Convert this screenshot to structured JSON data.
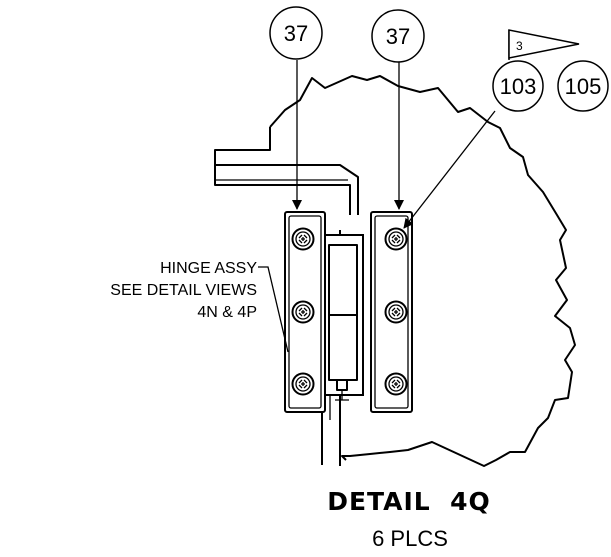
{
  "callouts": {
    "balloon_left": "37",
    "balloon_middle": "37",
    "balloon_103": "103",
    "balloon_105": "105",
    "flag_note": "3"
  },
  "hinge_note": {
    "line1": "HINGE ASSY",
    "line2": "SEE DETAIL VIEWS",
    "line3": "4N & 4P"
  },
  "title": {
    "main": "DETAIL  4Q",
    "sub": "6 PLCS"
  }
}
